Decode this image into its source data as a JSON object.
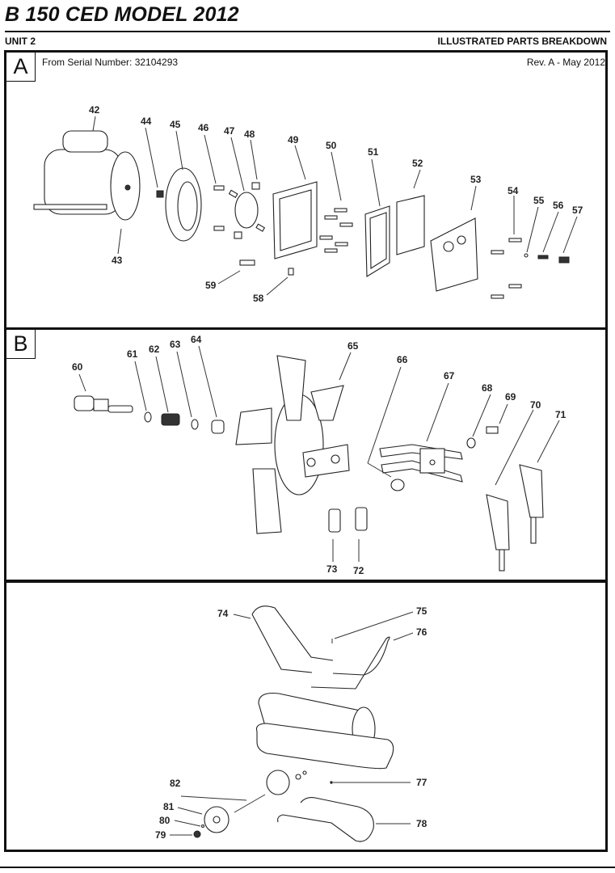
{
  "header": {
    "title": "B 150 CED MODEL 2012",
    "unit": "UNIT 2",
    "section_title": "ILLUSTRATED PARTS BREAKDOWN"
  },
  "sections": {
    "A": {
      "tag": "A",
      "serial": "From Serial Number: 32104293",
      "revision": "Rev. A - May 2012"
    },
    "B": {
      "tag": "B"
    },
    "C": {}
  },
  "parts": {
    "p42": "42",
    "p43": "43",
    "p44": "44",
    "p45": "45",
    "p46": "46",
    "p47": "47",
    "p48": "48",
    "p49": "49",
    "p50": "50",
    "p51": "51",
    "p52": "52",
    "p53": "53",
    "p54": "54",
    "p55": "55",
    "p56": "56",
    "p57": "57",
    "p58": "58",
    "p59": "59",
    "p60": "60",
    "p61": "61",
    "p62": "62",
    "p63": "63",
    "p64": "64",
    "p65": "65",
    "p66": "66",
    "p67": "67",
    "p68": "68",
    "p69": "69",
    "p70": "70",
    "p71": "71",
    "p72": "72",
    "p73": "73",
    "p74": "74",
    "p75": "75",
    "p76": "76",
    "p77": "77",
    "p78": "78",
    "p79": "79",
    "p80": "80",
    "p81": "81",
    "p82": "82"
  }
}
